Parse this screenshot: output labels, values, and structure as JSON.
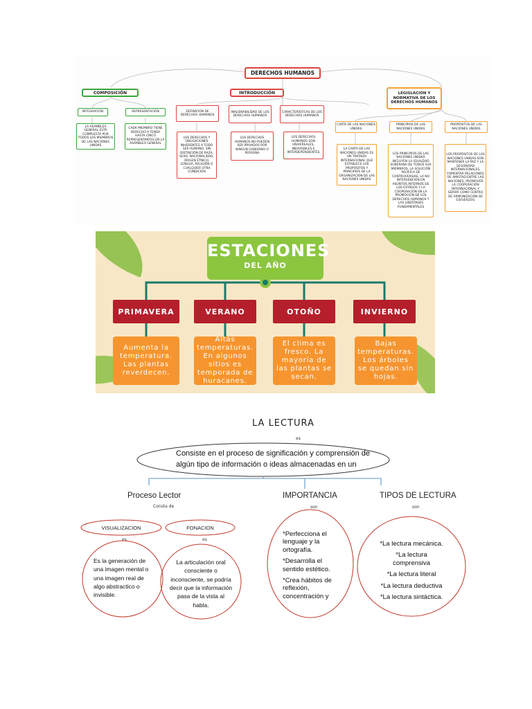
{
  "derechos": {
    "title": "DERECHOS HUMANOS",
    "composicion": {
      "label": "COMPOSICIÓN",
      "integracion": "INTEGRACIÓN",
      "integracion_text": "LA ASAMBLEA GENERAL ESTÁ COMPUESTA POR TODOS LOS MIEMBROS DE LAS NACIONES UNIDAS",
      "representacion": "REPRESENTACIÓN",
      "representacion_text": "CADA MIEMBRO TIENE DERECHO A TENER HASTA CINCO REPRESENTANTES EN LA ASAMBLEA GENERAL"
    },
    "introduccion": {
      "label": "INTRODUCCIÓN",
      "definicion": "DEFINICIÓN DE DERECHOS HUMANOS",
      "definicion_text": "LOS DERECHOS Y OBLIGACIONES INHERENTES A TODO SER HUMANO, SIN DISTINCIÓN DE RAZA, SEXO, NACIONALIDAD, ORIGEN ÉTNICO, LENGUA, RELIGIÓN O CUALQUIER OTRA CONDICIÓN",
      "inalienabilidad": "INALIENABILIDAD DE LOS DERECHOS HUMANOS",
      "inalienabilidad_text": "LOS DERECHOS HUMANOS NO PUEDEN SER PRIVADOS POR NINGÚN GOBIERNO O PERSONA",
      "caracteristicas": "CARACTERÍSTICAS DE LOS DERECHOS HUMANOS",
      "caracteristicas_text": "LOS DERECHOS HUMANOS SON UNIVERSALES, INDIVISIBLES E INTERDEPENDIENTES"
    },
    "legislacion": {
      "label": "LEGISLACIÓN Y NORMATIVA DE LOS DERECHOS HUMANOS",
      "carta": "CARTA DE LAS NACIONES UNIDAS",
      "carta_text": "LA CARTA DE LAS NACIONES UNIDAS ES UN TRATADO INTERNACIONAL QUE ESTABLECE LOS PROPÓSITOS Y PRINCIPIOS DE LA ORGANIZACIÓN DE LAS NACIONES UNIDAS",
      "principios": "PRINCIPIOS DE LAS NACIONES UNIDAS",
      "principios_text": "LOS PRINCIPIOS DE LAS NACIONES UNIDAS INCLUYEN LA IGUALDAD SOBERANA DE TODOS SUS MIEMBROS, LA SOLUCIÓN PACÍFICA DE CONTROVERSIAS, LA NO INTERVENCIÓN EN ASUNTOS INTERNOS DE LOS ESTADOS Y LA COOPERACIÓN EN LA PROMOCIÓN DE LOS DERECHOS HUMANOS Y LAS LIBERTADES FUNDAMENTALES",
      "propositos": "PROPÓSITOS DE LAS NACIONES UNIDAS",
      "propositos_text": "LOS PROPÓSITOS DE LAS NACIONES UNIDAS SON MANTENER LA PAZ Y LA SEGURIDAD INTERNACIONALES, FOMENTAR RELACIONES DE AMISTAD ENTRE LAS NACIONES, PROMOVER LA COOPERACIÓN INTERNACIONAL Y SERVIR COMO CENTRO DE ARMONIZACIÓN DE ESFUERZOS"
    }
  },
  "estaciones": {
    "title": "ESTACIONES",
    "subtitle": "DEL AÑO",
    "colors": {
      "green": "#8cc63f",
      "red": "#b51f2c",
      "orange": "#f6952f",
      "background": "#f7e7c6"
    },
    "seasons": [
      {
        "name": "PRIMAVERA",
        "desc": "Aumenta la temperatura. Las plantas reverdecen."
      },
      {
        "name": "VERANO",
        "desc": "Altas temperaturas. En algunos sitios es temporada de huracanes."
      },
      {
        "name": "OTOÑO",
        "desc": "El clima es fresco. La mayoría de las plantas se secan."
      },
      {
        "name": "INVIERNO",
        "desc": "Bajas temperaturas. Los árboles se quedan sin hojas."
      }
    ]
  },
  "lectura": {
    "title": "LA    LECTURA",
    "es": "es",
    "definition_line1": "Consiste en el proceso de significación y comprensión de",
    "definition_line2": "algún tipo de información o ideas almacenadas en un",
    "proceso": {
      "label": "Proceso Lector",
      "consta": "Consta de",
      "visualizacion": "VISUALIZACION",
      "vis_es": "es",
      "vis_text": "Es la generación de una imagen mental o una imagen real de algo abstractico o invisible.",
      "fonacion": "FONACION",
      "fon_es": "es",
      "fon_text": "La articulación oral consciente o inconsciente, se podría decir que la información pasa de la vista al habla."
    },
    "importancia": {
      "label": "IMPORTANCIA",
      "son": "son",
      "items": [
        "*Perfecciona el lenguaje y la ortografía.",
        "*Desarrolla el sentido estético.",
        "*Crea hábitos de reflexión, concentración y"
      ]
    },
    "tipos": {
      "label": "TIPOS DE LECTURA",
      "son": "son",
      "items": [
        "*La lectura mecánica.",
        "*La lectura comprensiva",
        "*La lectura literal",
        "*La lectura deductiva",
        "*La lectura sintáctica."
      ]
    }
  }
}
